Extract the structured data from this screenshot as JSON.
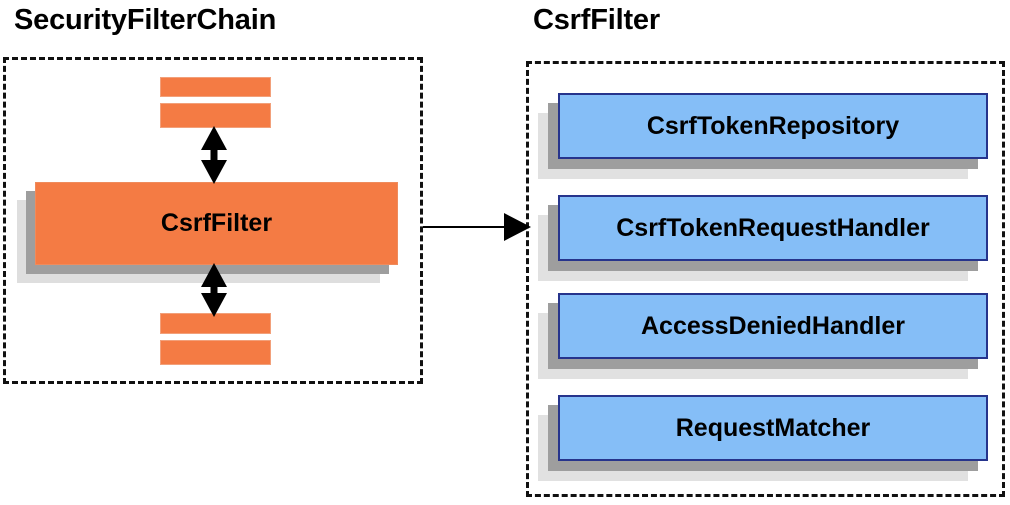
{
  "diagram": {
    "background_color": "#FFFFFF",
    "panels": [
      {
        "id": "security-filter-chain",
        "title": "SecurityFilterChain",
        "border_style": "dashed",
        "border_color": "#111111",
        "nodes": {
          "filters_above": [
            "",
            ""
          ],
          "main": {
            "label": "CsrfFilter",
            "fill": "#F47B44",
            "text_color": "#000000"
          },
          "filters_below": [
            "",
            ""
          ]
        },
        "connectors": [
          {
            "type": "double-arrow",
            "orientation": "vertical",
            "from": "filters-above",
            "to": "CsrfFilter"
          },
          {
            "type": "double-arrow",
            "orientation": "vertical",
            "from": "CsrfFilter",
            "to": "filters-below"
          }
        ]
      },
      {
        "id": "csrf-filter",
        "title": "CsrfFilter",
        "border_style": "dashed",
        "border_color": "#111111",
        "nodes": [
          {
            "label": "CsrfTokenRepository",
            "fill": "#85BEF7",
            "border": "#26348C",
            "text_color": "#000000"
          },
          {
            "label": "CsrfTokenRequestHandler",
            "fill": "#85BEF7",
            "border": "#26348C",
            "text_color": "#000000"
          },
          {
            "label": "AccessDeniedHandler",
            "fill": "#85BEF7",
            "border": "#26348C",
            "text_color": "#000000"
          },
          {
            "label": "RequestMatcher",
            "fill": "#85BEF7",
            "border": "#26348C",
            "text_color": "#000000"
          }
        ]
      }
    ],
    "cross_panel_connector": {
      "type": "single-arrow",
      "orientation": "horizontal",
      "from": "security-filter-chain",
      "to": "csrf-filter",
      "color": "#000000"
    },
    "colors": {
      "orange_fill": "#F47B44",
      "orange_border": "#EF8B5C",
      "blue_fill": "#85BEF7",
      "blue_border": "#26348C",
      "shadow_near": "#9E9E9E",
      "shadow_far": "#DEDEDE",
      "stroke": "#000000"
    }
  }
}
